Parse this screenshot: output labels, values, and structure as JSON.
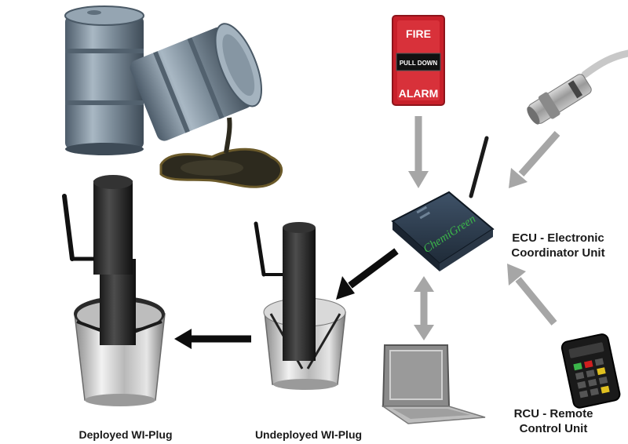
{
  "fire_alarm": {
    "top_text": "FIRE",
    "middle_text": "PULL DOWN",
    "bottom_text": "ALARM"
  },
  "ecu": {
    "brand_text": "ChemiGreen",
    "label_line1": "ECU - Electronic",
    "label_line2": "Coordinator Unit"
  },
  "rcu": {
    "label_line1": "RCU - Remote",
    "label_line2": "Control Unit"
  },
  "plugs": {
    "deployed_label": "Deployed WI-Plug",
    "undeployed_label": "Undeployed WI-Plug"
  },
  "colors": {
    "arrow_gray": "#a6a6a6",
    "arrow_black": "#0d0d0d",
    "alarm_red": "#c8202a",
    "ecu_blue": "#2d3e52",
    "brand_green": "#3bb54a"
  }
}
